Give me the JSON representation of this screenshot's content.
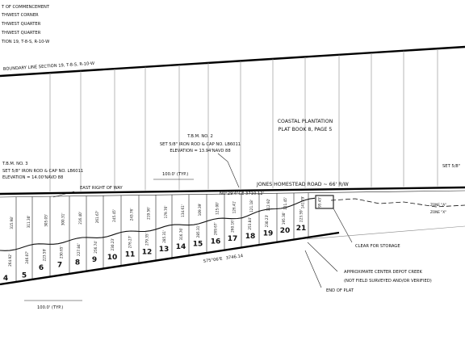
{
  "commencement_note": [
    "T OF COMMENCEMENT",
    "THWEST CORNER",
    "THWEST QUARTER",
    "THWEST QUARTER",
    "TION 19, T-8-S, R-10-W"
  ],
  "boundary_line": "BOUNDARY LINE SECTION 19, T-8-S, R-10-W",
  "coastal_plat": [
    "COASTAL PLANTATION",
    "PLAT BOOK 8, PAGE 5"
  ],
  "tbm2": [
    "T.B.M. NO. 2",
    "SET 5/8\" IRON ROD & CAP NO. LB6011",
    "ELEVATION = 13.94'NAVD 88"
  ],
  "tbm3": [
    "T.B.M. NO. 3",
    "SET 5/8\" IRON ROD & CAP NO. LB6011",
    "ELEVATION = 14.00'NAVD 88"
  ],
  "set_right": "SET 5/8\"",
  "typ_top": "100.0' (TYP.)",
  "typ_bottom": "100.0' (TYP.)",
  "east_row": "EAST RIGHT OF WAY",
  "road": "JONES HOMESTEAD ROAD ~ 66' R/W",
  "road_bearing": "N0°29'4\"CE   3710.12'",
  "zone_a": "ZONE \"A\"",
  "zone_x": "ZONE \"X\"",
  "clear_storage": "CLEAR FOR STORAGE",
  "creek": [
    "APPROXIMATE CENTER DEPOT CREEK",
    "(NOT FIELD SURVEYED AND/OR VERIFIED)"
  ],
  "end_plat": "END OF PLAT",
  "creek_bearing": "S75°06'E",
  "creek_distance": "3746.14",
  "lots": [
    "4",
    "5",
    "6",
    "7",
    "8",
    "9",
    "10",
    "11",
    "12",
    "13",
    "14",
    "15",
    "16",
    "17",
    "18",
    "19",
    "20",
    "21"
  ],
  "top_depths": [
    "315.98'",
    "311.30'",
    "305.05'",
    "300.31'",
    "216.40'",
    "261.67'",
    "245.45'",
    "243.76'",
    "219.56'",
    "179.76'",
    "134.61'",
    "109.39'",
    "125.00'",
    "126.41'",
    "121.18'",
    "112.92'",
    "121.45'",
    "141.79'",
    "95.45'"
  ],
  "bottom_depths": [
    "264.92'",
    "246.07'",
    "223.59'",
    "230.65'",
    "227.84'",
    "256.74'",
    "230.23'",
    "276.27'",
    "279.35'",
    "285.31'",
    "316.76'",
    "285.31'",
    "269.67'",
    "260.16'",
    "253.84'",
    "230.23'",
    "195.30'",
    "223.59'"
  ]
}
